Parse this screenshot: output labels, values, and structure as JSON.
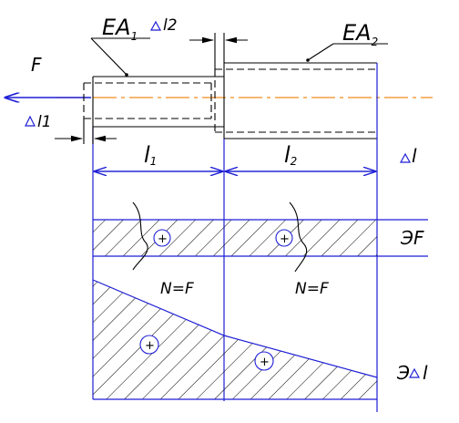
{
  "labels": {
    "ea1": "EA",
    "ea1_sub": "1",
    "ea2": "EA",
    "ea2_sub": "2",
    "force": "F",
    "delta_l1": "l1",
    "delta_l2": "l2",
    "len1": "l",
    "len1_sub": "1",
    "len2": "l",
    "len2_sub": "2",
    "delta_l": "l",
    "axial_force_diagram": "ЭF",
    "displacement_diagram": "Э",
    "displacement_diagram_tail": "l",
    "normal_force_1": "N=F",
    "normal_force_2": "N=F",
    "sign_plus": "+"
  },
  "colors": {
    "geometry": "#1f1fd6",
    "axis": "#f08c1e",
    "ink": "#000000"
  }
}
